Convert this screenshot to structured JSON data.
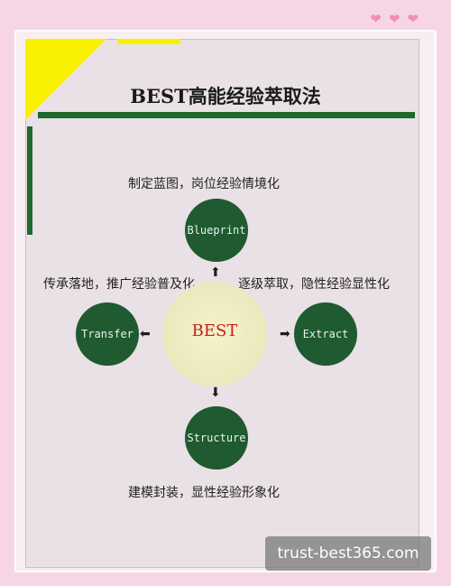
{
  "title": "BEST高能经验萃取法",
  "center": {
    "label": "BEST"
  },
  "nodes": {
    "blueprint": {
      "label": "Blueprint",
      "desc": "制定蓝图，岗位经验情境化"
    },
    "extract": {
      "label": "Extract",
      "desc": "逐级萃取，隐性经验显性化"
    },
    "structure": {
      "label": "Structure",
      "desc": "建模封装，显性经验形象化"
    },
    "transfer": {
      "label": "Transfer",
      "desc": "传承落地，推广经验普及化"
    }
  },
  "watermark": "trust-best365.com",
  "icons": {
    "heart": "heart-icon",
    "arrow_up": "arrow-up-icon",
    "arrow_down": "arrow-down-icon",
    "arrow_left": "arrow-left-icon",
    "arrow_right": "arrow-right-icon"
  },
  "colors": {
    "page_bg": "#f6d6e4",
    "card_bg": "#e9e1e6",
    "green": "#1e6a2d",
    "yellow": "#f8f200",
    "center_text": "#c81e1e"
  }
}
